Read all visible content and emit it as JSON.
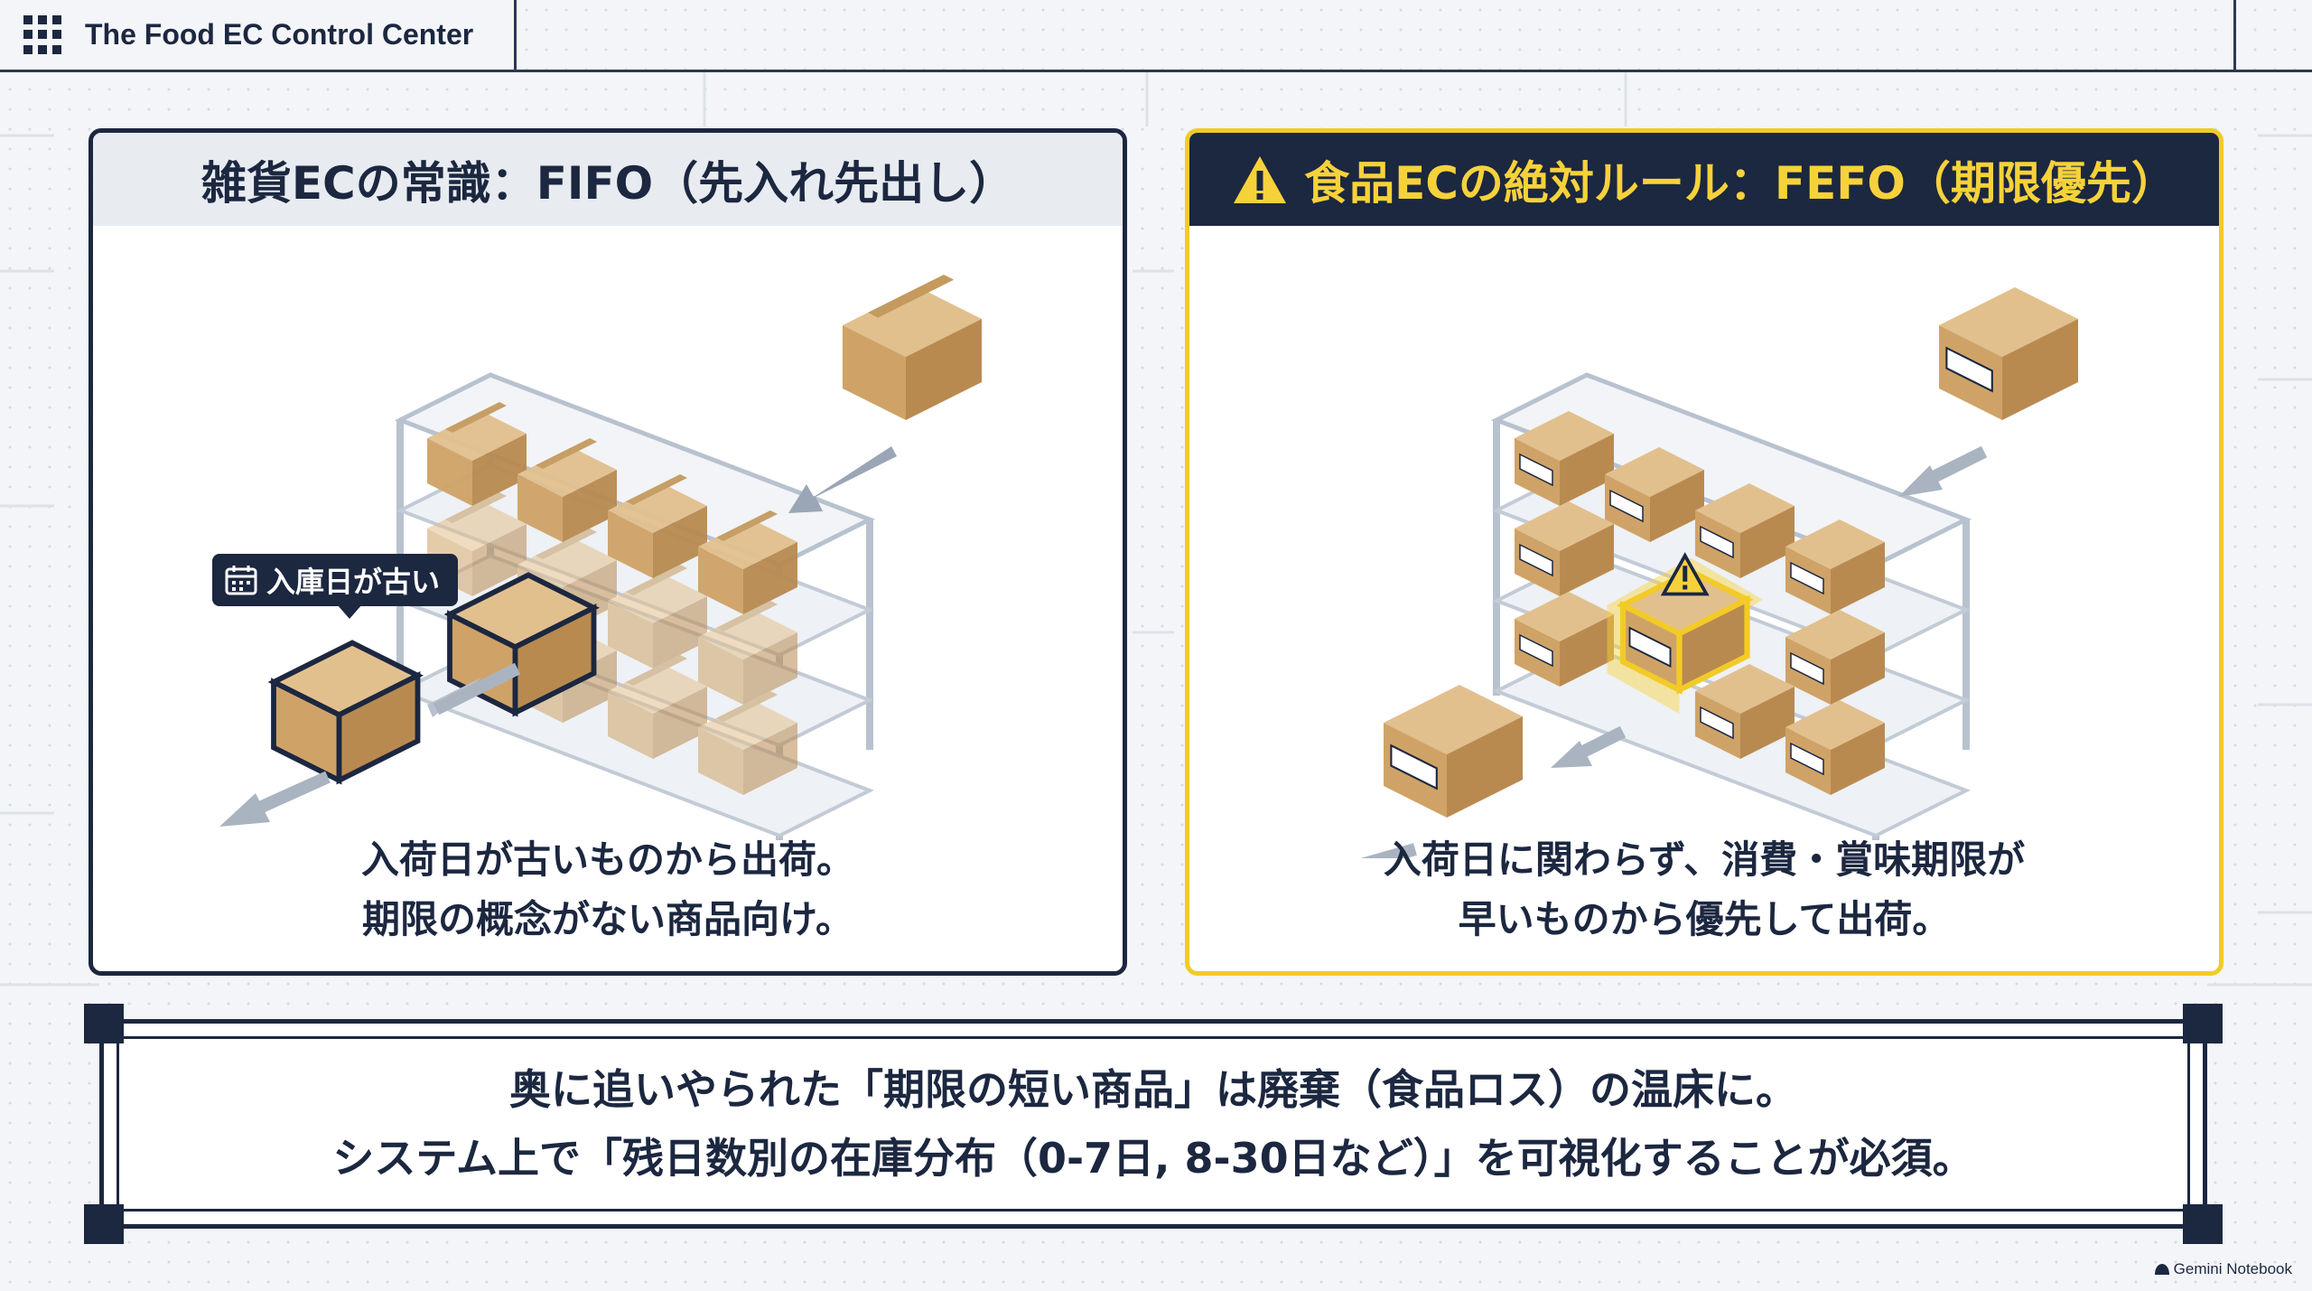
{
  "app": {
    "title": "The Food EC Control Center",
    "menu_icon": "grid-menu-icon"
  },
  "left_panel": {
    "title": "雑貨ECの常識：FIFO（先入れ先出し）",
    "tag_label": "入庫日が古い",
    "tag_icon": "calendar-icon",
    "description": [
      "入荷日が古いものから出荷。",
      "期限の概念がない商品向け。"
    ]
  },
  "right_panel": {
    "title": "食品ECの絶対ルール：FEFO（期限優先）",
    "title_icon": "warning-icon",
    "description": [
      "入荷日に関わらず、消費・賞味期限が",
      "早いものから優先して出荷。"
    ]
  },
  "banner": {
    "lines": [
      "奥に追いやられた「期限の短い商品」は廃棄（食品ロス）の温床に。",
      "システム上で「残日数別の在庫分布（0-7日, 8-30日など）」を可視化することが必須。"
    ]
  },
  "footer": {
    "brand": "Gemini Notebook"
  },
  "colors": {
    "navy": "#1c2740",
    "accent_yellow": "#f2cb28",
    "box_tan": "#d0a66b",
    "light_panel": "#e8ecf1"
  }
}
